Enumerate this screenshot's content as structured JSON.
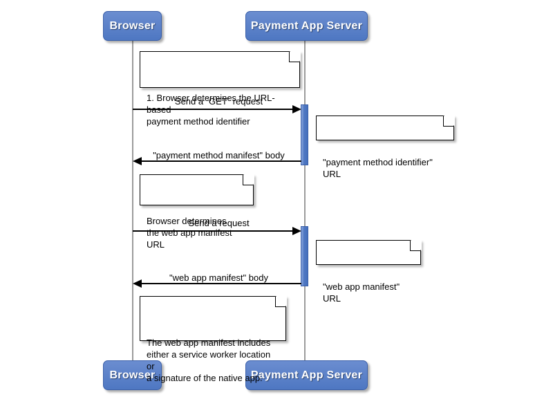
{
  "diagram": {
    "type": "sequence-diagram",
    "background_color": "#ffffff",
    "participant_color": "#4e77c2",
    "lifeline_color": "#9b9b9b",
    "participants": [
      {
        "id": "browser",
        "label": "Browser"
      },
      {
        "id": "server",
        "label": "Payment App Server"
      }
    ],
    "participants_bottom": [
      {
        "id": "browser",
        "label": "Browser"
      },
      {
        "id": "server",
        "label": "Payment App Server"
      }
    ],
    "messages": [
      {
        "id": "m1",
        "label": "Send a `GET` request",
        "direction": "right"
      },
      {
        "id": "m2",
        "label": "\"payment method manifest\" body",
        "direction": "left"
      },
      {
        "id": "m3",
        "label": "Send a request",
        "direction": "right"
      },
      {
        "id": "m4",
        "label": "\"web app manifest\" body",
        "direction": "left"
      }
    ],
    "notes": [
      {
        "id": "n1",
        "text": "1. Browser determines the URL-based\npayment method identifier",
        "side": "over-browser"
      },
      {
        "id": "n2",
        "text": "\"payment method identifier\" URL",
        "side": "right-of-server"
      },
      {
        "id": "n3",
        "text": "Browser determines\nthe web app manifest URL",
        "side": "over-browser"
      },
      {
        "id": "n4",
        "text": "\"web app manifest\" URL",
        "side": "right-of-server"
      },
      {
        "id": "n5",
        "text": "The web app manifest includes\neither a service worker location or\na signature of the native app.",
        "side": "over-browser"
      }
    ]
  }
}
